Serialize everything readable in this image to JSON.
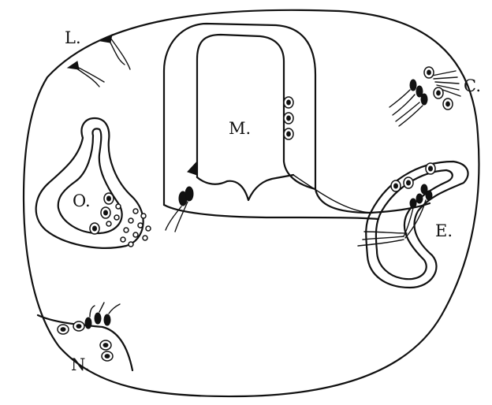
{
  "labels": {
    "L": "L.",
    "C": "C.",
    "M": "M.",
    "O": "O.",
    "E": "E.",
    "N": "N."
  },
  "colors": {
    "ink": "#111111",
    "paper": "#ffffff"
  }
}
